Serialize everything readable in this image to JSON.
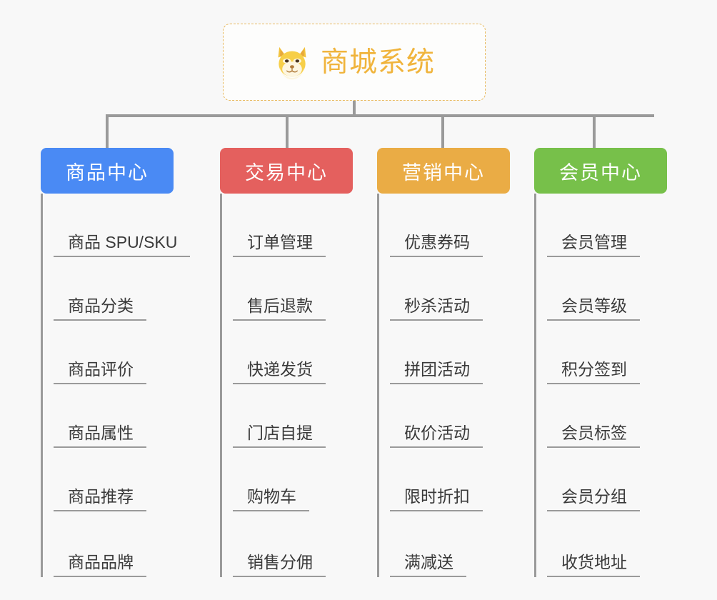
{
  "root": {
    "icon": "shiba-dog-face-emoji",
    "title": "商城系统",
    "accent_color": "#f0b43c",
    "border_color": "#e8b95e"
  },
  "branches": [
    {
      "name": "product-center",
      "label": "商品中心",
      "color": "#4a8af4",
      "items": [
        "商品 SPU/SKU",
        "商品分类",
        "商品评价",
        "商品属性",
        "商品推荐",
        "商品品牌"
      ]
    },
    {
      "name": "trade-center",
      "label": "交易中心",
      "color": "#e4605e",
      "items": [
        "订单管理",
        "售后退款",
        "快递发货",
        "门店自提",
        "购物车",
        "销售分佣"
      ]
    },
    {
      "name": "marketing-center",
      "label": "营销中心",
      "color": "#eaac45",
      "items": [
        "优惠券码",
        "秒杀活动",
        "拼团活动",
        "砍价活动",
        "限时折扣",
        "满减送"
      ]
    },
    {
      "name": "member-center",
      "label": "会员中心",
      "color": "#77c04a",
      "items": [
        "会员管理",
        "会员等级",
        "积分签到",
        "会员标签",
        "会员分组",
        "收货地址"
      ]
    }
  ],
  "canvas": {
    "background_color": "#f8f8f8",
    "connector_color": "#9a9a9a",
    "leaf_text_color": "#3a3a3a"
  }
}
